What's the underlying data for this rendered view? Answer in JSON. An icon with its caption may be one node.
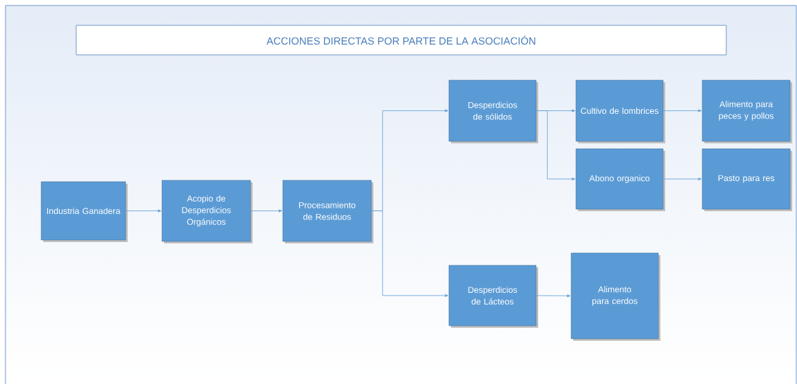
{
  "diagram": {
    "title": "ACCIONES DIRECTAS POR PARTE DE LA ASOCIACIÓN",
    "nodes": [
      {
        "text": [
          "Industria Ganadera"
        ]
      },
      {
        "text": [
          "Acopio de Desperdicios Orgánicos"
        ]
      },
      {
        "text": [
          "Procesamiento de Residuos"
        ]
      },
      {
        "text": [
          "Desperdicios de sólidos"
        ]
      },
      {
        "text": [
          "Cultivo de lombrices"
        ]
      },
      {
        "text": [
          "Alimento para peces y pollos"
        ]
      },
      {
        "text": [
          "Abono organico"
        ]
      },
      {
        "text": [
          "Pasto para res"
        ]
      },
      {
        "text": [
          "Desperdicios de Lácteos"
        ]
      },
      {
        "text": [
          "Alimento para cerdos"
        ]
      }
    ],
    "edges": [
      {
        "from": 0,
        "to": 1,
        "arrow": "to"
      },
      {
        "from": 1,
        "to": 2,
        "arrow": "to"
      },
      {
        "from": 2,
        "to": 3,
        "arrow": "to"
      },
      {
        "from": 2,
        "to": 8,
        "arrow": "to"
      },
      {
        "from": 3,
        "to": 4,
        "arrow": "to"
      },
      {
        "from": 3,
        "to": 6,
        "arrow": "to"
      },
      {
        "from": 4,
        "to": 5,
        "arrow": "to"
      },
      {
        "from": 6,
        "to": 7,
        "arrow": "to"
      },
      {
        "from": 8,
        "to": 9,
        "arrow": "to"
      }
    ]
  }
}
